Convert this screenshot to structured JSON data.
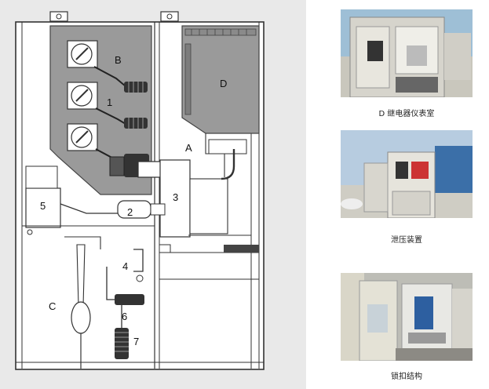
{
  "diagram": {
    "labels": {
      "A": "A",
      "B": "B",
      "C": "C",
      "D": "D",
      "n1": "1",
      "n2": "2",
      "n3": "3",
      "n4": "4",
      "n5": "5",
      "n6": "6",
      "n7": "7"
    }
  },
  "photos": [
    {
      "caption": "D 继电器仪表室"
    },
    {
      "caption": "泄压装置"
    },
    {
      "caption": "锁扣结构"
    }
  ]
}
